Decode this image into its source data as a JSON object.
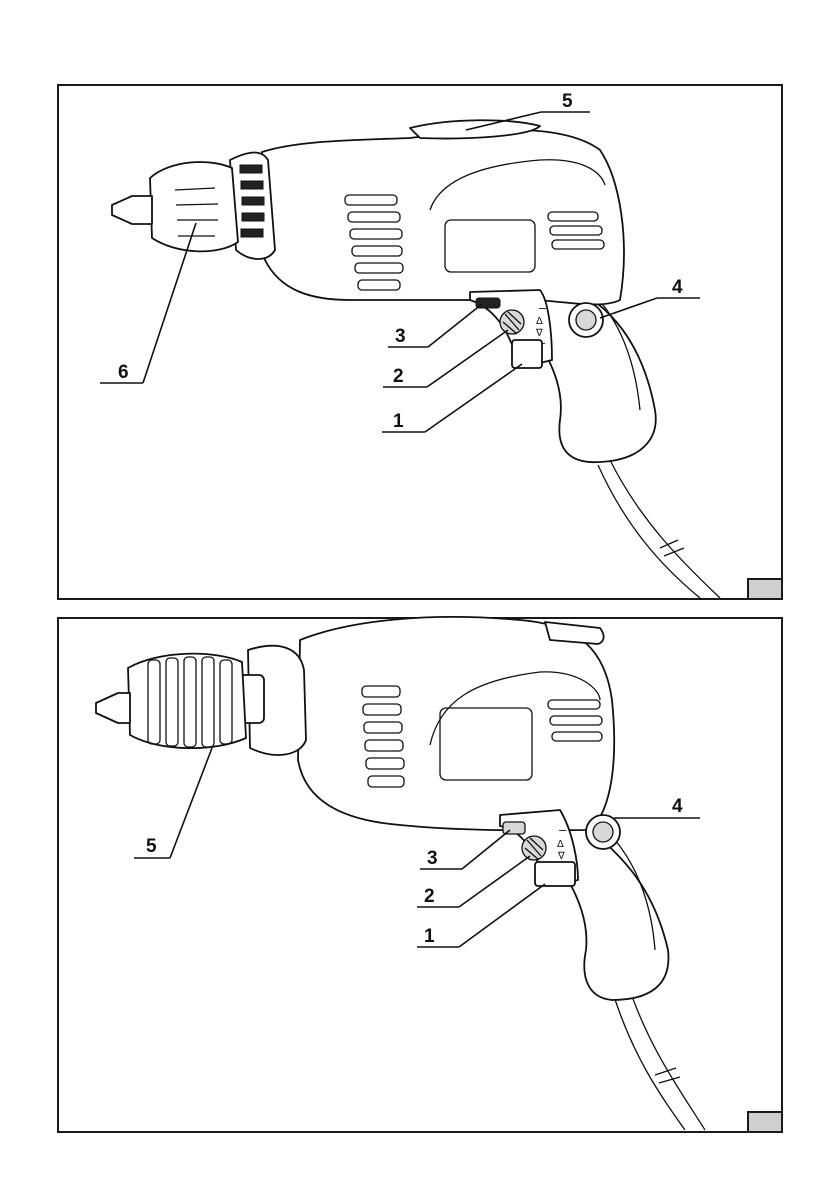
{
  "figure_top": {
    "callouts": [
      {
        "id": "1",
        "label": "1"
      },
      {
        "id": "2",
        "label": "2"
      },
      {
        "id": "3",
        "label": "3"
      },
      {
        "id": "4",
        "label": "4"
      },
      {
        "id": "5",
        "label": "5"
      },
      {
        "id": "6",
        "label": "6"
      }
    ],
    "switch_symbols": [
      "−",
      "Δ",
      "∇",
      "+"
    ]
  },
  "figure_bottom": {
    "callouts": [
      {
        "id": "1",
        "label": "1"
      },
      {
        "id": "2",
        "label": "2"
      },
      {
        "id": "3",
        "label": "3"
      },
      {
        "id": "4",
        "label": "4"
      },
      {
        "id": "5",
        "label": "5"
      }
    ],
    "switch_symbols": [
      "−",
      "Δ",
      "∇",
      "+"
    ]
  },
  "colors": {
    "outline": "#111111",
    "tab_fill": "#cfcfcf"
  }
}
